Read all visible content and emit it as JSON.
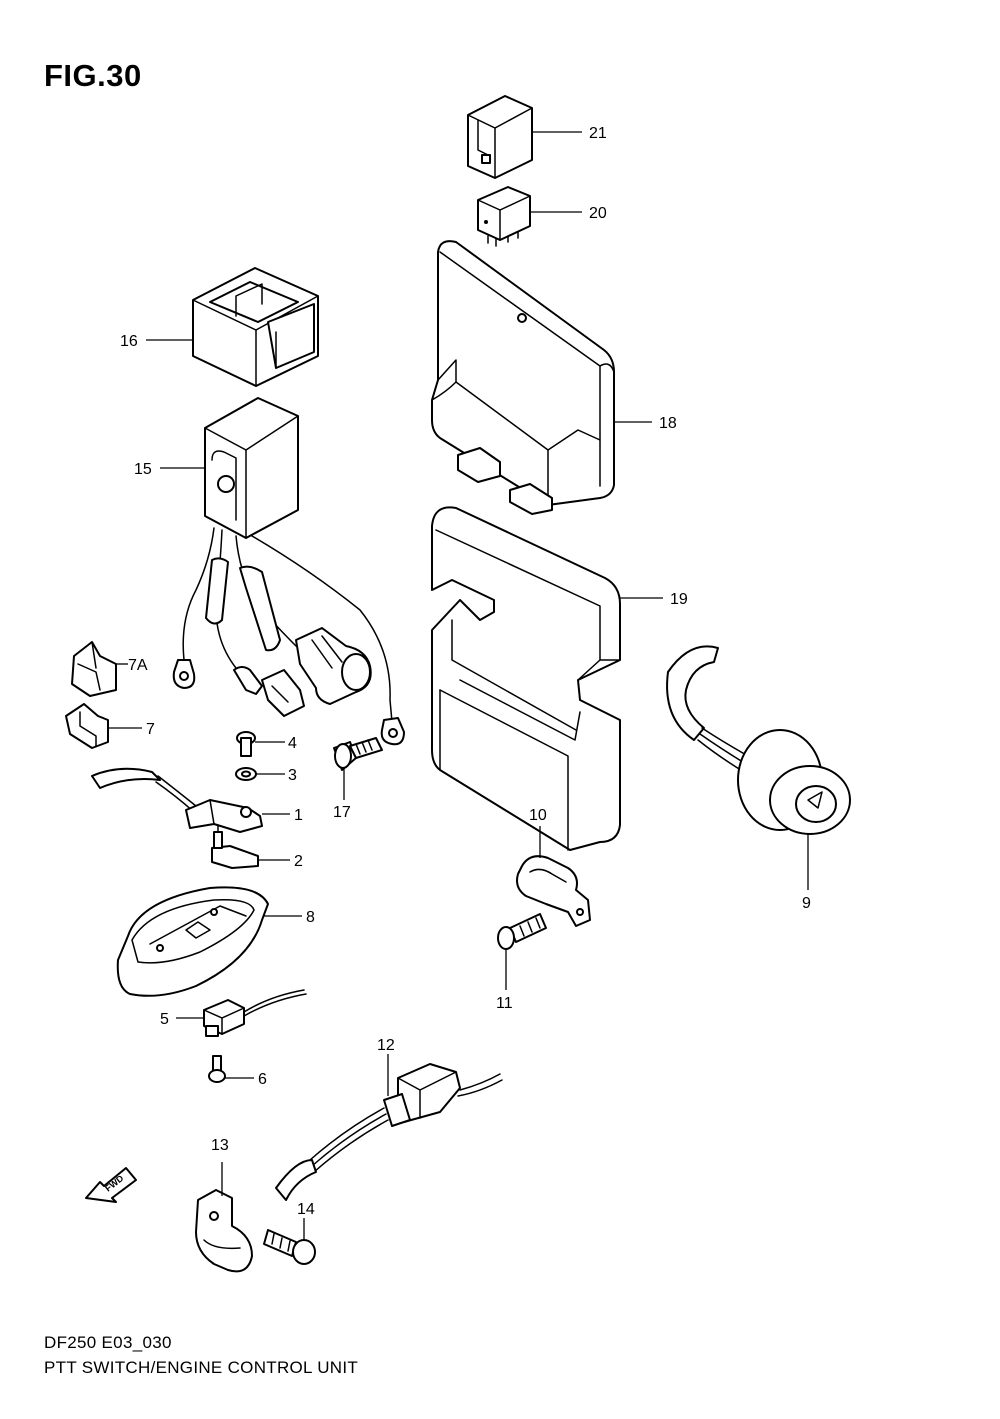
{
  "figure": {
    "title": "FIG.30",
    "model_code": "DF250 E03_030",
    "caption": "PTT SWITCH/ENGINE CONTROL UNIT"
  },
  "direction_marker": {
    "label": "FWD",
    "icon": "fwd-arrow-icon"
  },
  "callouts": {
    "p1": "1",
    "p2": "2",
    "p3": "3",
    "p4": "4",
    "p5": "5",
    "p6": "6",
    "p7": "7",
    "p7a": "7A",
    "p8": "8",
    "p9": "9",
    "p10": "10",
    "p11": "11",
    "p12": "12",
    "p13": "13",
    "p14": "14",
    "p15": "15",
    "p16": "16",
    "p17": "17",
    "p18": "18",
    "p19": "19",
    "p20": "20",
    "p21": "21"
  }
}
